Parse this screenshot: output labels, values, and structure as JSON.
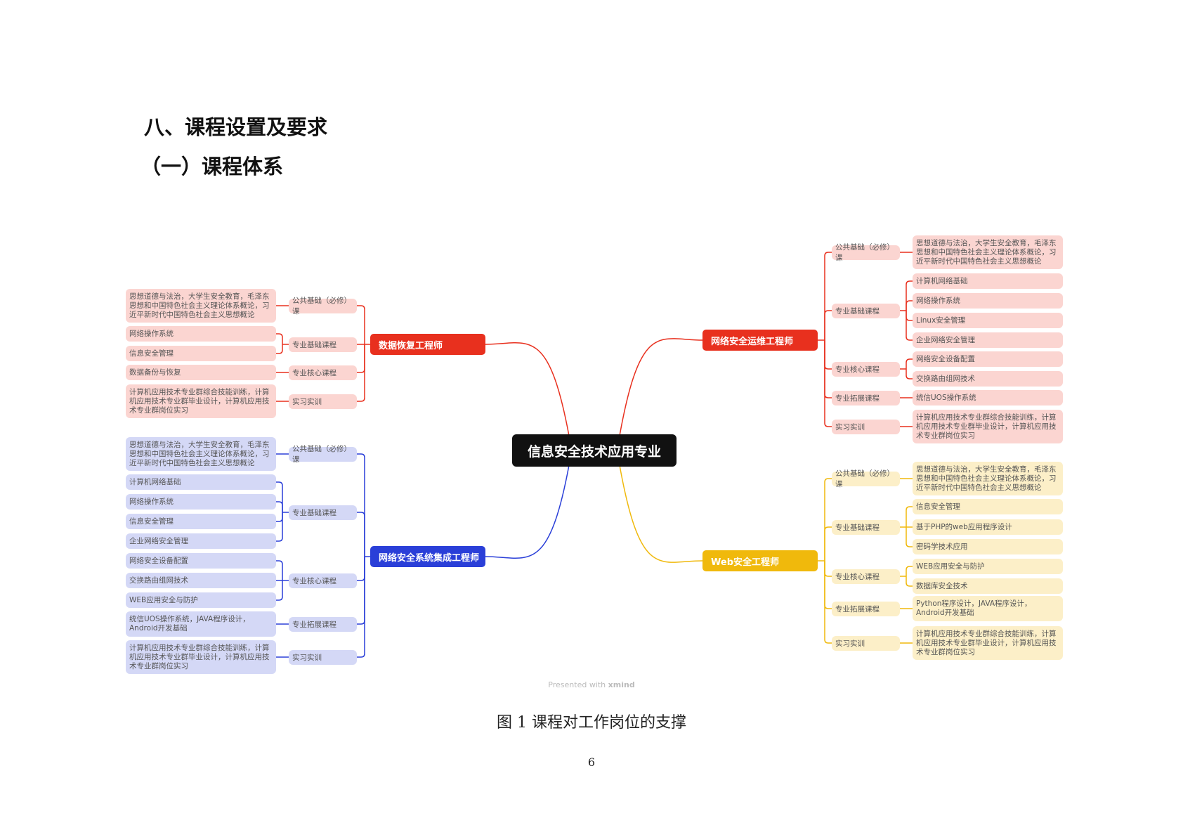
{
  "headings": {
    "h1": "八、课程设置及要求",
    "h2": "（一）课程体系"
  },
  "center": "信息安全技术应用专业",
  "colors": {
    "red": "#e8301e",
    "red_light": "#fbd5d1",
    "blue": "#2a3fd8",
    "blue_light": "#d4d8f6",
    "yellow": "#f0b90c",
    "yellow_light": "#fcefc8"
  },
  "branches": [
    {
      "title": "数据恢复工程师",
      "color": "red",
      "categories": [
        {
          "label": "公共基础（必修）课",
          "items": [
            "思想道德与法治，大学生安全教育，毛泽东思想和中国特色社会主义理论体系概论，习近平新时代中国特色社会主义思想概论"
          ]
        },
        {
          "label": "专业基础课程",
          "items": [
            "网络操作系统",
            "信息安全管理"
          ]
        },
        {
          "label": "专业核心课程",
          "items": [
            "数据备份与恢复"
          ]
        },
        {
          "label": "实习实训",
          "items": [
            "计算机应用技术专业群综合技能训练，计算机应用技术专业群毕业设计，计算机应用技术专业群岗位实习"
          ]
        }
      ]
    },
    {
      "title": "网络安全系统集成工程师",
      "color": "blue",
      "categories": [
        {
          "label": "公共基础（必修）课",
          "items": [
            "思想道德与法治，大学生安全教育，毛泽东思想和中国特色社会主义理论体系概论，习近平新时代中国特色社会主义思想概论"
          ]
        },
        {
          "label": "专业基础课程",
          "items": [
            "计算机网络基础",
            "网络操作系统",
            "信息安全管理",
            "企业网络安全管理"
          ]
        },
        {
          "label": "专业核心课程",
          "items": [
            "网络安全设备配置",
            "交换路由组网技术",
            "WEB应用安全与防护"
          ]
        },
        {
          "label": "专业拓展课程",
          "items": [
            "统信UOS操作系统，JAVA程序设计，Android开发基础"
          ]
        },
        {
          "label": "实习实训",
          "items": [
            "计算机应用技术专业群综合技能训练，计算机应用技术专业群毕业设计，计算机应用技术专业群岗位实习"
          ]
        }
      ]
    },
    {
      "title": "网络安全运维工程师",
      "color": "red",
      "categories": [
        {
          "label": "公共基础（必修）课",
          "items": [
            "思想道德与法治，大学生安全教育，毛泽东思想和中国特色社会主义理论体系概论，习近平新时代中国特色社会主义思想概论"
          ]
        },
        {
          "label": "专业基础课程",
          "items": [
            "计算机网络基础",
            "网络操作系统",
            "Linux安全管理",
            "企业网络安全管理"
          ]
        },
        {
          "label": "专业核心课程",
          "items": [
            "网络安全设备配置",
            "交换路由组网技术"
          ]
        },
        {
          "label": "专业拓展课程",
          "items": [
            "统信UOS操作系统"
          ]
        },
        {
          "label": "实习实训",
          "items": [
            "计算机应用技术专业群综合技能训练，计算机应用技术专业群毕业设计，计算机应用技术专业群岗位实习"
          ]
        }
      ]
    },
    {
      "title": "Web安全工程师",
      "color": "yellow",
      "categories": [
        {
          "label": "公共基础（必修）课",
          "items": [
            "思想道德与法治，大学生安全教育，毛泽东思想和中国特色社会主义理论体系概论，习近平新时代中国特色社会主义思想概论"
          ]
        },
        {
          "label": "专业基础课程",
          "items": [
            "信息安全管理",
            "基于PHP的web应用程序设计",
            "密码学技术应用"
          ]
        },
        {
          "label": "专业核心课程",
          "items": [
            "WEB应用安全与防护",
            "数据库安全技术"
          ]
        },
        {
          "label": "专业拓展课程",
          "items": [
            "Python程序设计，JAVA程序设计，Android开发基础"
          ]
        },
        {
          "label": "实习实训",
          "items": [
            "计算机应用技术专业群综合技能训练，计算机应用技术专业群毕业设计，计算机应用技术专业群岗位实习"
          ]
        }
      ]
    }
  ],
  "watermark": {
    "prefix": "Presented with ",
    "brand": "xmind"
  },
  "caption": "图 1  课程对工作岗位的支撑",
  "page_number": "6"
}
